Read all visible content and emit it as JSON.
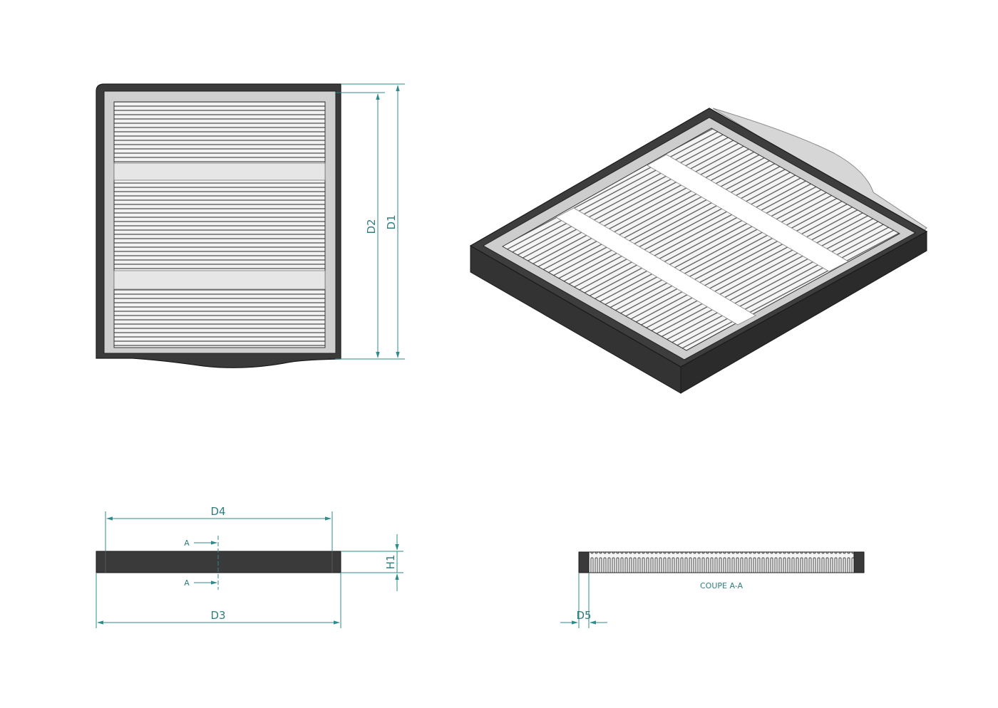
{
  "dimensions": {
    "d1": "D1",
    "d2": "D2",
    "d3": "D3",
    "d4": "D4",
    "d5": "D5",
    "h1": "H1"
  },
  "section": {
    "marker_top": "A",
    "marker_bottom": "A",
    "caption": "COUPE A-A"
  },
  "colors": {
    "dimension": "#2f8a8a",
    "frame": "#3a3a3a",
    "pleat_light": "#f4f4f4",
    "pleat_dark": "#555555",
    "band": "#e6e6e6"
  }
}
